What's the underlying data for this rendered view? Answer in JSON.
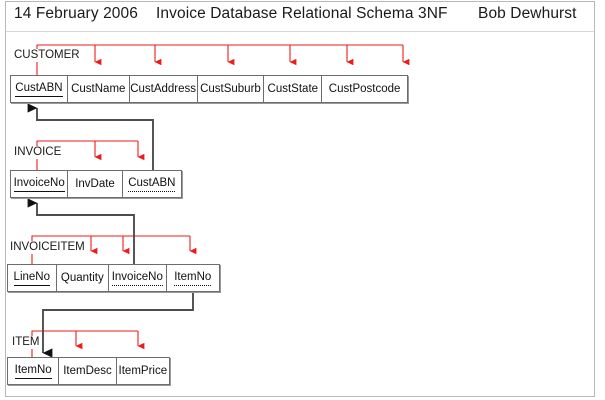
{
  "header": {
    "date": "14 February 2006",
    "title": "Invoice Database Relational Schema  3NF",
    "author": "Bob Dewhurst"
  },
  "colors": {
    "dependency_arrow": "#ee1b1b",
    "relationship_arrow": "#4d4d4d",
    "table_border": "#6d6d6d",
    "text": "#101010",
    "page_border": "#b9b9b9"
  },
  "legend": {
    "pk_style": "solid-underline",
    "fk_style": "dotted-underline"
  },
  "diagram": {
    "type": "relational-schema",
    "normal_form": "3NF",
    "entities": [
      {
        "name": "CUSTOMER",
        "attributes": [
          {
            "label": "CustABN",
            "key": "pk"
          },
          {
            "label": "CustName",
            "key": "none"
          },
          {
            "label": "CustAddress",
            "key": "none"
          },
          {
            "label": "CustSuburb",
            "key": "none"
          },
          {
            "label": "CustState",
            "key": "none"
          },
          {
            "label": "CustPostcode",
            "key": "none"
          }
        ]
      },
      {
        "name": "INVOICE",
        "attributes": [
          {
            "label": "InvoiceNo",
            "key": "pk"
          },
          {
            "label": "InvDate",
            "key": "none"
          },
          {
            "label": "CustABN",
            "key": "fk"
          }
        ]
      },
      {
        "name": "INVOICEITEM",
        "attributes": [
          {
            "label": "LineNo",
            "key": "pk"
          },
          {
            "label": "Quantity",
            "key": "none"
          },
          {
            "label": "InvoiceNo",
            "key": "fk"
          },
          {
            "label": "ItemNo",
            "key": "fk"
          }
        ]
      },
      {
        "name": "ITEM",
        "attributes": [
          {
            "label": "ItemNo",
            "key": "pk"
          },
          {
            "label": "ItemDesc",
            "key": "none"
          },
          {
            "label": "ItemPrice",
            "key": "none"
          }
        ]
      }
    ],
    "relationships": [
      {
        "from": "INVOICE.CustABN",
        "to": "CUSTOMER.CustABN"
      },
      {
        "from": "INVOICEITEM.InvoiceNo",
        "to": "INVOICE.InvoiceNo"
      },
      {
        "from": "INVOICEITEM.ItemNo",
        "to": "ITEM.ItemNo"
      }
    ]
  }
}
